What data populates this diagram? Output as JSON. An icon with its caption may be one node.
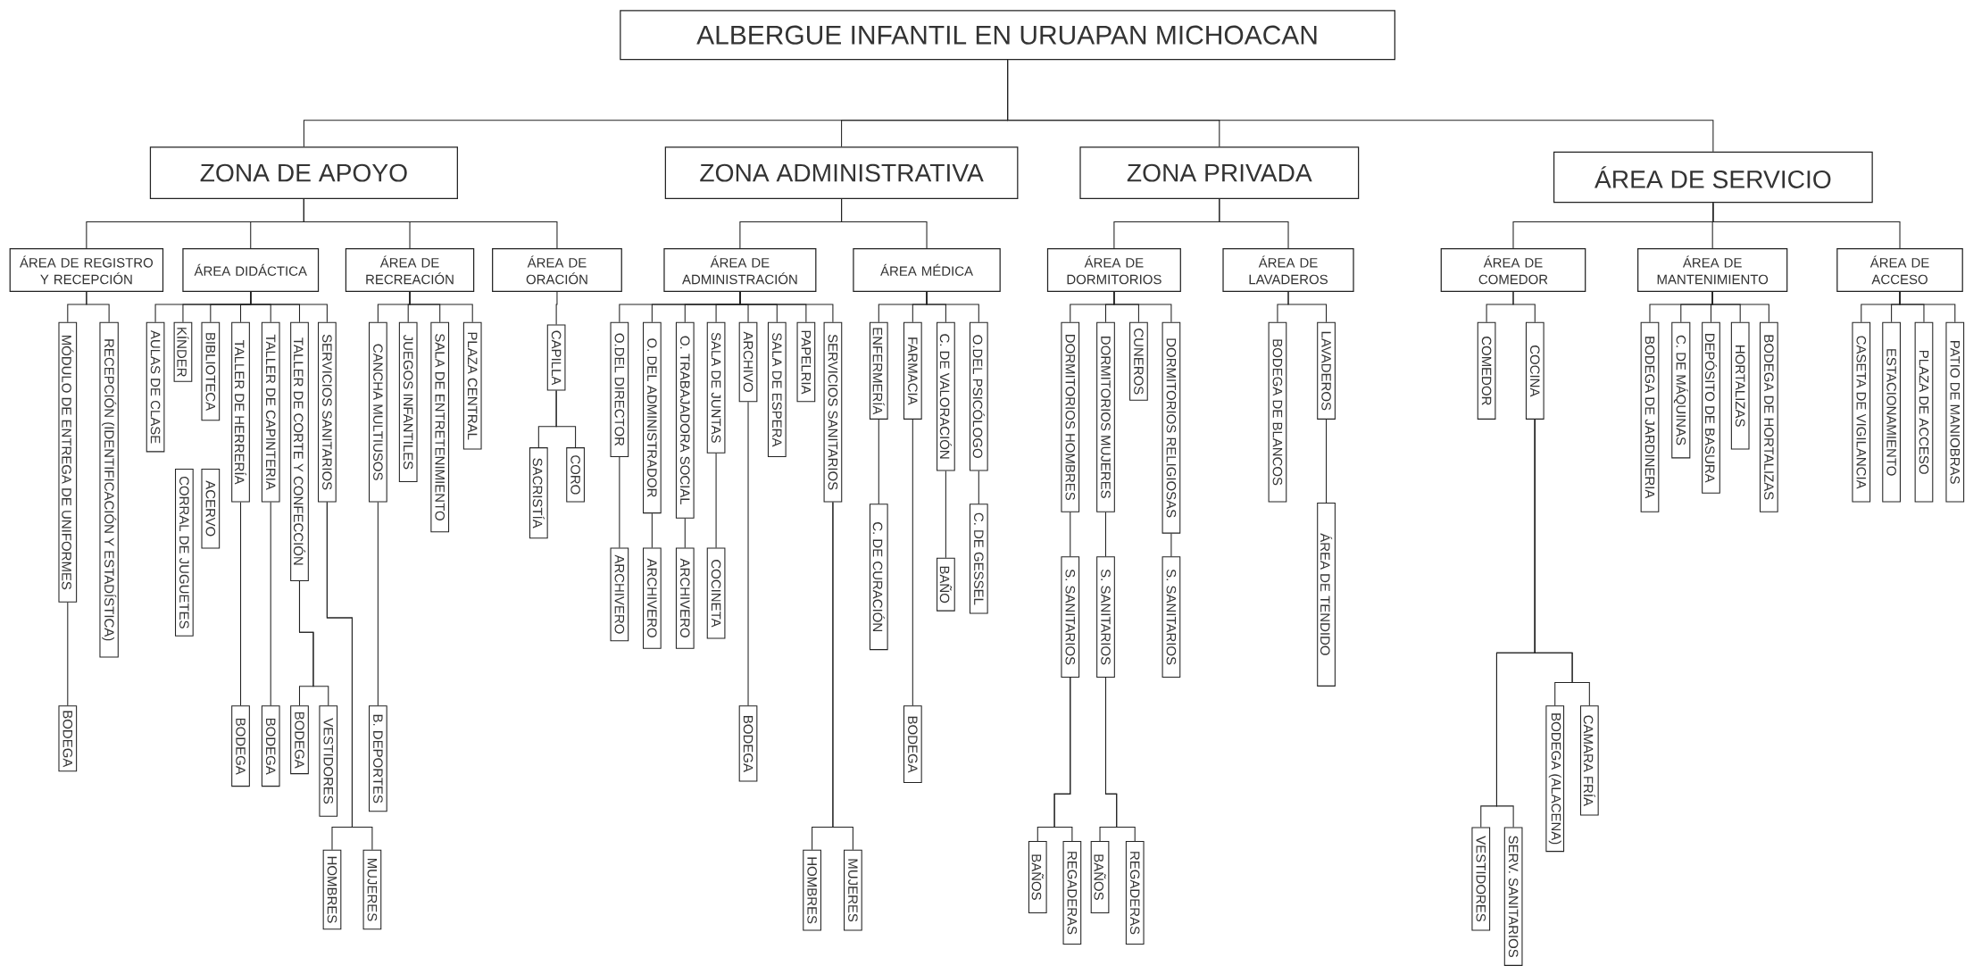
{
  "diagram": {
    "nodes": [
      {
        "text": [
          "ALBERGUE INFANTIL EN URUAPAN MICHOACAN"
        ]
      },
      {
        "text": [
          "ZONA DE APOYO"
        ]
      },
      {
        "text": [
          "ZONA ADMINISTRATIVA"
        ]
      },
      {
        "text": [
          "ZONA PRIVADA"
        ]
      },
      {
        "text": [
          "ÁREA DE SERVICIO"
        ]
      },
      {
        "text": [
          "ÁREA DE REGISTRO Y RECEPCIÓN"
        ]
      },
      {
        "text": [
          "ÁREA DIDÁCTICA"
        ]
      },
      {
        "text": [
          "ÁREA DE RECREACIÓN"
        ]
      },
      {
        "text": [
          "ÁREA DE ORACIÓN"
        ]
      },
      {
        "text": [
          "ÁREA DE ADMINISTRACIÓN"
        ]
      },
      {
        "text": [
          "ÁREA MÉDICA"
        ]
      },
      {
        "text": [
          "ÁREA DE DORMITORIOS"
        ]
      },
      {
        "text": [
          "ÁREA DE LAVADEROS"
        ]
      },
      {
        "text": [
          "ÁREA DE COMEDOR"
        ]
      },
      {
        "text": [
          "ÁREA DE MANTENIMIENTO"
        ]
      },
      {
        "text": [
          "ÁREA DE ACCESO"
        ]
      },
      {
        "text": [
          "MÓDULO DE ENTREGA DE UNIFORMES"
        ]
      },
      {
        "text": [
          "RECEPCIÓN (IDENTIFICACIÓN Y ESTADÍSTICA)"
        ]
      },
      {
        "text": [
          "BODEGA"
        ]
      },
      {
        "text": [
          "AULAS DE CLASE"
        ]
      },
      {
        "text": [
          "KÍNDER"
        ]
      },
      {
        "text": [
          "BIBLIOTECA"
        ]
      },
      {
        "text": [
          "TALLER DE HERRERÍA"
        ]
      },
      {
        "text": [
          "TALLER DE CAPINTERIA"
        ]
      },
      {
        "text": [
          "TALLER DE CORTE Y CONFECCIÓN"
        ]
      },
      {
        "text": [
          "SERVICIOS SANITARIOS"
        ]
      },
      {
        "text": [
          "CORRAL DE JUGUETES"
        ]
      },
      {
        "text": [
          "ACERVO"
        ]
      },
      {
        "text": [
          "BODEGA"
        ]
      },
      {
        "text": [
          "BODEGA"
        ]
      },
      {
        "text": [
          "BODEGA"
        ]
      },
      {
        "text": [
          "VESTIDORES"
        ]
      },
      {
        "text": [
          "HOMBRES"
        ]
      },
      {
        "text": [
          "MUJERES"
        ]
      },
      {
        "text": [
          "CANCHA MULTIUSOS"
        ]
      },
      {
        "text": [
          "JUEGOS INFANTILES"
        ]
      },
      {
        "text": [
          "SALA DE ENTRETENIMIENTO"
        ]
      },
      {
        "text": [
          "PLAZA CENTRAL"
        ]
      },
      {
        "text": [
          "B. DEPORTES"
        ]
      },
      {
        "text": [
          "CAPILLA"
        ]
      },
      {
        "text": [
          "SACRISTÍA"
        ]
      },
      {
        "text": [
          "CORO"
        ]
      },
      {
        "text": [
          "O.DEL DIRECTOR"
        ]
      },
      {
        "text": [
          "O. DEL ADMINISTRADOR"
        ]
      },
      {
        "text": [
          "O. TRABAJADORA SOCIAL"
        ]
      },
      {
        "text": [
          "SALA DE JUNTAS"
        ]
      },
      {
        "text": [
          "ARCHIVO"
        ]
      },
      {
        "text": [
          "SALA DE ESPERA"
        ]
      },
      {
        "text": [
          "PAPELRIA"
        ]
      },
      {
        "text": [
          "SERVICIOS SANITARIOS"
        ]
      },
      {
        "text": [
          "ARCHIVERO"
        ]
      },
      {
        "text": [
          "ARCHIVERO"
        ]
      },
      {
        "text": [
          "ARCHIVERO"
        ]
      },
      {
        "text": [
          "COCINETA"
        ]
      },
      {
        "text": [
          "BODEGA"
        ]
      },
      {
        "text": [
          "HOMBRES"
        ]
      },
      {
        "text": [
          "MUJERES"
        ]
      },
      {
        "text": [
          "ENFERMERÍA"
        ]
      },
      {
        "text": [
          "FARMACIA"
        ]
      },
      {
        "text": [
          "C. DE VALORACIÓN"
        ]
      },
      {
        "text": [
          "O.DEL PSICÓLOGO"
        ]
      },
      {
        "text": [
          "C. DE CURACIÓN"
        ]
      },
      {
        "text": [
          "BODEGA"
        ]
      },
      {
        "text": [
          "BAÑO"
        ]
      },
      {
        "text": [
          "C. DE GESSEL"
        ]
      },
      {
        "text": [
          "DORMITORIOS HOMBRES"
        ]
      },
      {
        "text": [
          "DORMITORIOS MUJERES"
        ]
      },
      {
        "text": [
          "CUNEROS"
        ]
      },
      {
        "text": [
          "DORMITORIOS RELIGIOSAS"
        ]
      },
      {
        "text": [
          "S. SANITARIOS"
        ]
      },
      {
        "text": [
          "S. SANITARIOS"
        ]
      },
      {
        "text": [
          "S. SANITARIOS"
        ]
      },
      {
        "text": [
          "BAÑOS"
        ]
      },
      {
        "text": [
          "REGADERAS"
        ]
      },
      {
        "text": [
          "BAÑOS"
        ]
      },
      {
        "text": [
          "REGADERAS"
        ]
      },
      {
        "text": [
          "BODEGA DE BLANCOS"
        ]
      },
      {
        "text": [
          "LAVADEROS"
        ]
      },
      {
        "text": [
          "ÁREA DE TENDIDO"
        ]
      },
      {
        "text": [
          "COMEDOR"
        ]
      },
      {
        "text": [
          "COCINA"
        ]
      },
      {
        "text": [
          "VESTIDORES"
        ]
      },
      {
        "text": [
          "SERV. SANITARIOS"
        ]
      },
      {
        "text": [
          "BODEGA (ALACENA)"
        ]
      },
      {
        "text": [
          "CAMARA FRÍA"
        ]
      },
      {
        "text": [
          "BODEGA DE JARDINERIA"
        ]
      },
      {
        "text": [
          "C. DE MÁQUINAS"
        ]
      },
      {
        "text": [
          "DEPÓSITO DE BASURA"
        ]
      },
      {
        "text": [
          "HORTALIZAS"
        ]
      },
      {
        "text": [
          "BODEGA DE HORTALIZAS"
        ]
      },
      {
        "text": [
          "CASETA DE VIGILANCIA"
        ]
      },
      {
        "text": [
          "ESTACIONAMIENTO"
        ]
      },
      {
        "text": [
          "PLAZA DE ACCESO"
        ]
      },
      {
        "text": [
          "PATIO DE MANIOBRAS"
        ]
      }
    ],
    "edges": [
      {
        "from": 0,
        "to": 1,
        "arrow": "none"
      },
      {
        "from": 0,
        "to": 2,
        "arrow": "none"
      },
      {
        "from": 0,
        "to": 3,
        "arrow": "none"
      },
      {
        "from": 0,
        "to": 4,
        "arrow": "none"
      },
      {
        "from": 1,
        "to": 5,
        "arrow": "none"
      },
      {
        "from": 1,
        "to": 6,
        "arrow": "none"
      },
      {
        "from": 1,
        "to": 7,
        "arrow": "none"
      },
      {
        "from": 1,
        "to": 8,
        "arrow": "none"
      },
      {
        "from": 2,
        "to": 9,
        "arrow": "none"
      },
      {
        "from": 2,
        "to": 10,
        "arrow": "none"
      },
      {
        "from": 3,
        "to": 11,
        "arrow": "none"
      },
      {
        "from": 3,
        "to": 12,
        "arrow": "none"
      },
      {
        "from": 4,
        "to": 13,
        "arrow": "none"
      },
      {
        "from": 4,
        "to": 14,
        "arrow": "none"
      },
      {
        "from": 4,
        "to": 15,
        "arrow": "none"
      },
      {
        "from": 5,
        "to": 16,
        "arrow": "none"
      },
      {
        "from": 5,
        "to": 17,
        "arrow": "none"
      },
      {
        "from": 16,
        "to": 18,
        "arrow": "none"
      },
      {
        "from": 6,
        "to": 19,
        "arrow": "none"
      },
      {
        "from": 6,
        "to": 20,
        "arrow": "none"
      },
      {
        "from": 6,
        "to": 21,
        "arrow": "none"
      },
      {
        "from": 6,
        "to": 22,
        "arrow": "none"
      },
      {
        "from": 6,
        "to": 23,
        "arrow": "none"
      },
      {
        "from": 6,
        "to": 24,
        "arrow": "none"
      },
      {
        "from": 6,
        "to": 25,
        "arrow": "none"
      },
      {
        "from": 22,
        "to": 28,
        "arrow": "none"
      },
      {
        "from": 23,
        "to": 29,
        "arrow": "none"
      },
      {
        "from": 24,
        "to": 30,
        "arrow": "none"
      },
      {
        "from": 24,
        "to": 31,
        "arrow": "none"
      },
      {
        "from": 25,
        "to": 32,
        "arrow": "none"
      },
      {
        "from": 25,
        "to": 33,
        "arrow": "none"
      },
      {
        "from": 7,
        "to": 34,
        "arrow": "none"
      },
      {
        "from": 7,
        "to": 35,
        "arrow": "none"
      },
      {
        "from": 7,
        "to": 36,
        "arrow": "none"
      },
      {
        "from": 7,
        "to": 37,
        "arrow": "none"
      },
      {
        "from": 34,
        "to": 38,
        "arrow": "none"
      },
      {
        "from": 8,
        "to": 39,
        "arrow": "none"
      },
      {
        "from": 39,
        "to": 40,
        "arrow": "none"
      },
      {
        "from": 39,
        "to": 41,
        "arrow": "none"
      },
      {
        "from": 9,
        "to": 42,
        "arrow": "none"
      },
      {
        "from": 9,
        "to": 43,
        "arrow": "none"
      },
      {
        "from": 9,
        "to": 44,
        "arrow": "none"
      },
      {
        "from": 9,
        "to": 45,
        "arrow": "none"
      },
      {
        "from": 9,
        "to": 46,
        "arrow": "none"
      },
      {
        "from": 9,
        "to": 47,
        "arrow": "none"
      },
      {
        "from": 9,
        "to": 48,
        "arrow": "none"
      },
      {
        "from": 9,
        "to": 49,
        "arrow": "none"
      },
      {
        "from": 42,
        "to": 50,
        "arrow": "none"
      },
      {
        "from": 43,
        "to": 51,
        "arrow": "none"
      },
      {
        "from": 44,
        "to": 52,
        "arrow": "none"
      },
      {
        "from": 45,
        "to": 53,
        "arrow": "none"
      },
      {
        "from": 46,
        "to": 54,
        "arrow": "none"
      },
      {
        "from": 49,
        "to": 55,
        "arrow": "none"
      },
      {
        "from": 49,
        "to": 56,
        "arrow": "none"
      },
      {
        "from": 10,
        "to": 57,
        "arrow": "none"
      },
      {
        "from": 10,
        "to": 58,
        "arrow": "none"
      },
      {
        "from": 10,
        "to": 59,
        "arrow": "none"
      },
      {
        "from": 10,
        "to": 60,
        "arrow": "none"
      },
      {
        "from": 57,
        "to": 61,
        "arrow": "none"
      },
      {
        "from": 58,
        "to": 62,
        "arrow": "none"
      },
      {
        "from": 59,
        "to": 63,
        "arrow": "none"
      },
      {
        "from": 60,
        "to": 64,
        "arrow": "none"
      },
      {
        "from": 11,
        "to": 65,
        "arrow": "none"
      },
      {
        "from": 11,
        "to": 66,
        "arrow": "none"
      },
      {
        "from": 11,
        "to": 67,
        "arrow": "none"
      },
      {
        "from": 11,
        "to": 68,
        "arrow": "none"
      },
      {
        "from": 65,
        "to": 69,
        "arrow": "none"
      },
      {
        "from": 66,
        "to": 70,
        "arrow": "none"
      },
      {
        "from": 68,
        "to": 71,
        "arrow": "none"
      },
      {
        "from": 69,
        "to": 72,
        "arrow": "none"
      },
      {
        "from": 69,
        "to": 73,
        "arrow": "none"
      },
      {
        "from": 70,
        "to": 74,
        "arrow": "none"
      },
      {
        "from": 70,
        "to": 75,
        "arrow": "none"
      },
      {
        "from": 12,
        "to": 76,
        "arrow": "none"
      },
      {
        "from": 12,
        "to": 77,
        "arrow": "none"
      },
      {
        "from": 77,
        "to": 78,
        "arrow": "none"
      },
      {
        "from": 13,
        "to": 79,
        "arrow": "none"
      },
      {
        "from": 13,
        "to": 80,
        "arrow": "none"
      },
      {
        "from": 80,
        "to": 81,
        "arrow": "none"
      },
      {
        "from": 80,
        "to": 82,
        "arrow": "none"
      },
      {
        "from": 80,
        "to": 83,
        "arrow": "none"
      },
      {
        "from": 80,
        "to": 84,
        "arrow": "none"
      },
      {
        "from": 14,
        "to": 85,
        "arrow": "none"
      },
      {
        "from": 14,
        "to": 86,
        "arrow": "none"
      },
      {
        "from": 14,
        "to": 87,
        "arrow": "none"
      },
      {
        "from": 14,
        "to": 88,
        "arrow": "none"
      },
      {
        "from": 14,
        "to": 89,
        "arrow": "none"
      },
      {
        "from": 15,
        "to": 90,
        "arrow": "none"
      },
      {
        "from": 15,
        "to": 91,
        "arrow": "none"
      },
      {
        "from": 15,
        "to": 92,
        "arrow": "none"
      },
      {
        "from": 15,
        "to": 93,
        "arrow": "none"
      }
    ]
  }
}
